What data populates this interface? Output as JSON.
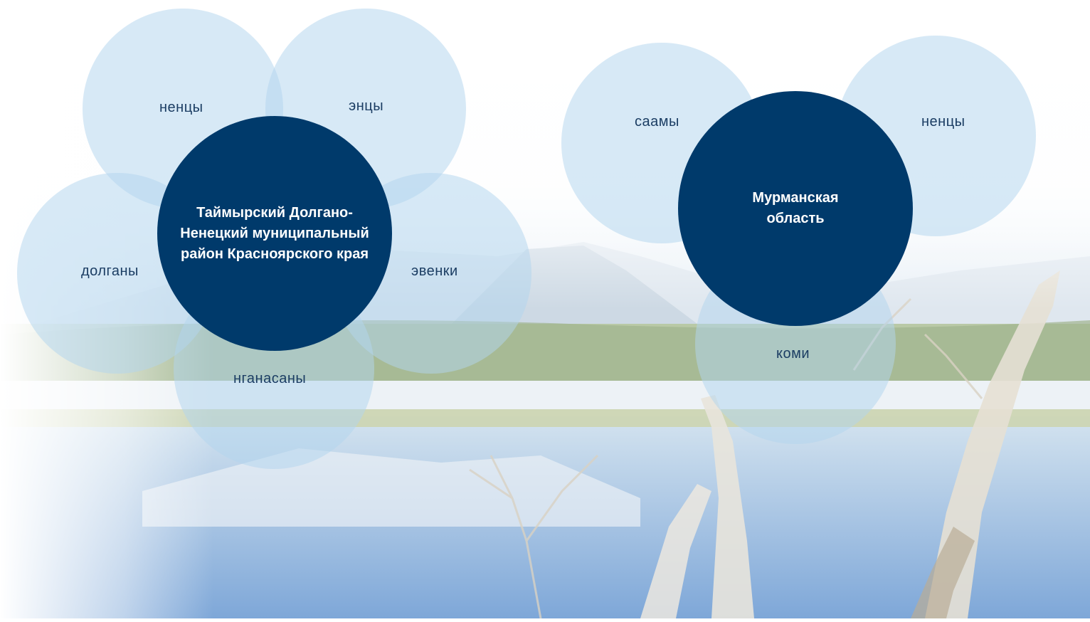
{
  "diagrams": [
    {
      "center_label": "Таймырский Долгано-Ненецкий муниципальный район Красноярского края",
      "peoples": [
        "ненцы",
        "энцы",
        "долганы",
        "эвенки",
        "нганасаны"
      ]
    },
    {
      "center_label": "Мурманская область",
      "peoples": [
        "саамы",
        "ненцы",
        "коми"
      ]
    }
  ],
  "colors": {
    "center": "#003a6b",
    "satellite": "#b2d4ed",
    "satellite_text": "#1b3d63",
    "center_text": "#ffffff"
  }
}
